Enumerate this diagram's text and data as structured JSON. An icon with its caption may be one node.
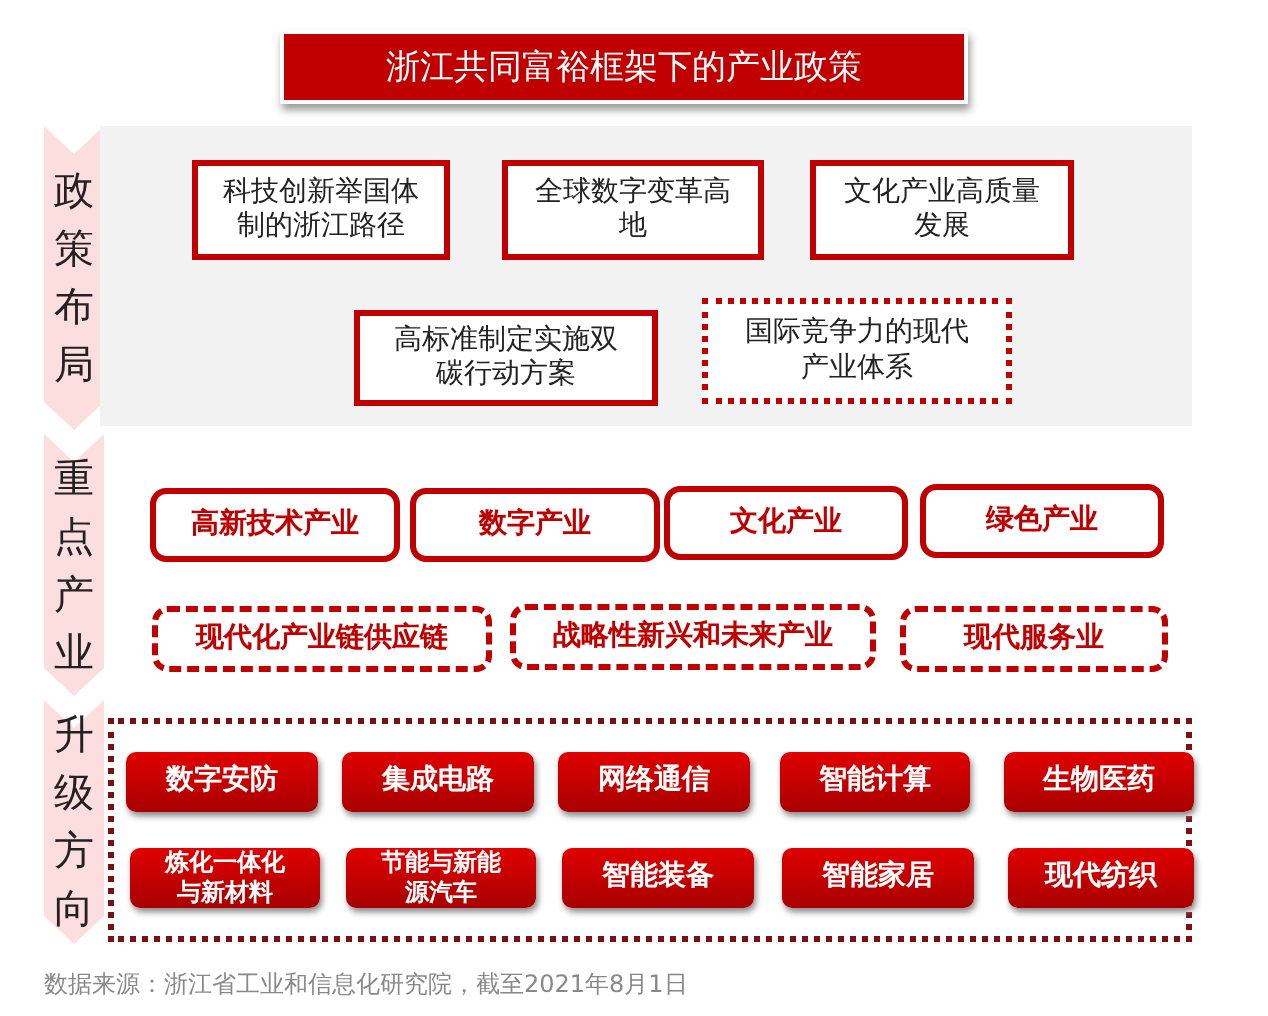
{
  "diagram": {
    "title": "浙江共同富裕框架下的产业政策",
    "nodes": [
      {
        "text": [
          "政策布局"
        ]
      },
      {
        "text": [],
        "shape": "box"
      },
      {
        "text": [
          "科技创新举国体制的浙江路径"
        ],
        "in": 1
      },
      {
        "text": [
          "全球数字变革高地"
        ],
        "in": 1
      },
      {
        "text": [
          "文化产业高质量发展"
        ],
        "in": 1
      },
      {
        "text": [
          "高标准制定实施双碳行动方案"
        ],
        "in": 1
      },
      {
        "text": [
          "国际竞争力的现代产业体系"
        ],
        "in": 1
      },
      {
        "text": [
          "重点产业"
        ]
      },
      {
        "text": [
          "高新技术产业"
        ]
      },
      {
        "text": [
          "数字产业"
        ]
      },
      {
        "text": [
          "文化产业"
        ]
      },
      {
        "text": [
          "绿色产业"
        ]
      },
      {
        "text": [
          "现代化产业链供应链"
        ]
      },
      {
        "text": [
          "战略性新兴和未来产业"
        ]
      },
      {
        "text": [
          "现代服务业"
        ]
      },
      {
        "text": [
          "升级方向"
        ]
      },
      {
        "text": [],
        "shape": "box"
      },
      {
        "text": [
          "数字安防"
        ],
        "in": 16
      },
      {
        "text": [
          "集成电路"
        ],
        "in": 16
      },
      {
        "text": [
          "网络通信"
        ],
        "in": 16
      },
      {
        "text": [
          "智能计算"
        ],
        "in": 16
      },
      {
        "text": [
          "生物医药"
        ],
        "in": 16
      },
      {
        "text": [
          "炼化一体化与新材料"
        ],
        "in": 16
      },
      {
        "text": [
          "节能与新能源汽车"
        ],
        "in": 16
      },
      {
        "text": [
          "智能装备"
        ],
        "in": 16
      },
      {
        "text": [
          "智能家居"
        ],
        "in": 16
      },
      {
        "text": [
          "现代纺织"
        ],
        "in": 16
      }
    ],
    "edges": [],
    "caption": "数据来源：浙江省工业和信息化研究院，截至2021年8月1日"
  }
}
